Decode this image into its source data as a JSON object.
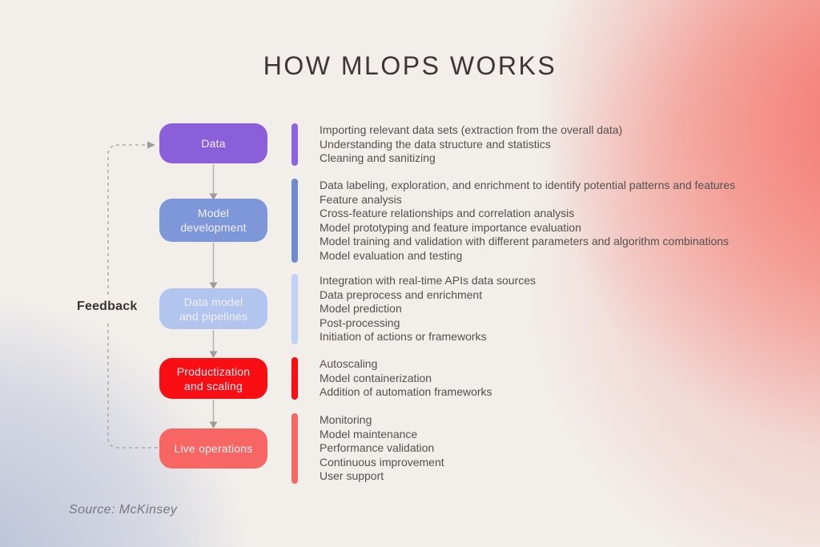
{
  "title": "HOW MLOPS WORKS",
  "feedback_label": "Feedback",
  "source": "Source: McKinsey",
  "colors": {
    "background_base": "#F2EEEA",
    "pink_glow": "#F4756B",
    "blue_glow": "#93A4CC",
    "title_text": "#3D3536",
    "body_text": "#55504E",
    "connector_line": "#B2AFAD",
    "arrowhead": "#9E9B99",
    "feedback_dash": "#A39F9D"
  },
  "sections": [
    {
      "name": "data",
      "box_label": "Data",
      "color": "#8A5FD9",
      "bar_color": "#8E64DE",
      "items": [
        "Importing relevant data sets (extraction from the overall data)",
        "Understanding the data structure and statistics",
        "Cleaning and sanitizing"
      ]
    },
    {
      "name": "model-development",
      "box_label": "Model\ndevelopment",
      "color": "#7D97D9",
      "bar_color": "#6E8CCB",
      "items": [
        "Data labeling, exploration, and enrichment to identify potential patterns and features",
        "Feature analysis",
        "Cross-feature relationships and correlation analysis",
        "Model prototyping and feature importance evaluation",
        "Model training and validation with different parameters and algorithm combinations",
        "Model evaluation and testing"
      ]
    },
    {
      "name": "data-model-and-pipelines",
      "box_label": "Data model\nand pipelines",
      "color": "#B1C5EF",
      "bar_color": "#BFD1F4",
      "items": [
        "Integration with real-time APIs data sources",
        "Data preprocess and enrichment",
        "Model prediction",
        "Post-processing",
        "Initiation of actions or frameworks"
      ]
    },
    {
      "name": "productization-and-scaling",
      "box_label": "Productization\nand scaling",
      "color": "#F90E14",
      "bar_color": "#F90E14",
      "items": [
        "Autoscaling",
        "Model containerization",
        "Addition of automation frameworks"
      ]
    },
    {
      "name": "live-operations",
      "box_label": "Live operations",
      "color": "#F86663",
      "bar_color": "#F86663",
      "items": [
        "Monitoring",
        "Model maintenance",
        "Performance validation",
        "Continuous improvement",
        "User support"
      ]
    }
  ]
}
